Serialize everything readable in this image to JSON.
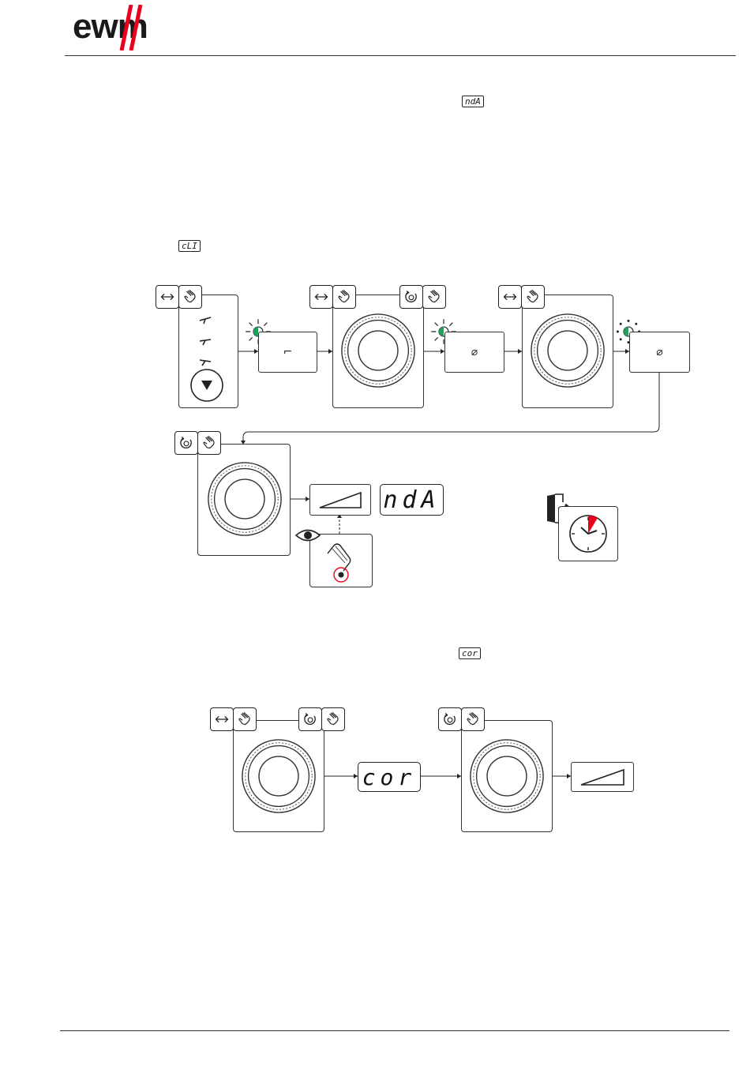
{
  "brand": {
    "logo_text": "ewm",
    "accent_color": "#e8001c"
  },
  "inline_codes": {
    "nda_top": "ndA",
    "cli": "cLI",
    "cor": "cor"
  },
  "diagram_a": {
    "electrode_symbol": "⌐",
    "diameter_symbol_1": "⌀",
    "diameter_symbol_2": "⌀",
    "display_value": "ndA",
    "led_color": "#1fa35a",
    "timer_color": "#e8001c"
  },
  "diagram_b": {
    "display_value": "cor"
  },
  "icons": {
    "toggle": "toggle-arrows-icon",
    "rotate": "rotate-knob-icon",
    "press": "hand-press-icon",
    "down": "down-arrow-icon",
    "eye": "eye-icon",
    "exit": "exit-door-icon",
    "clock": "clock-icon",
    "ramp": "ramp-icon"
  }
}
